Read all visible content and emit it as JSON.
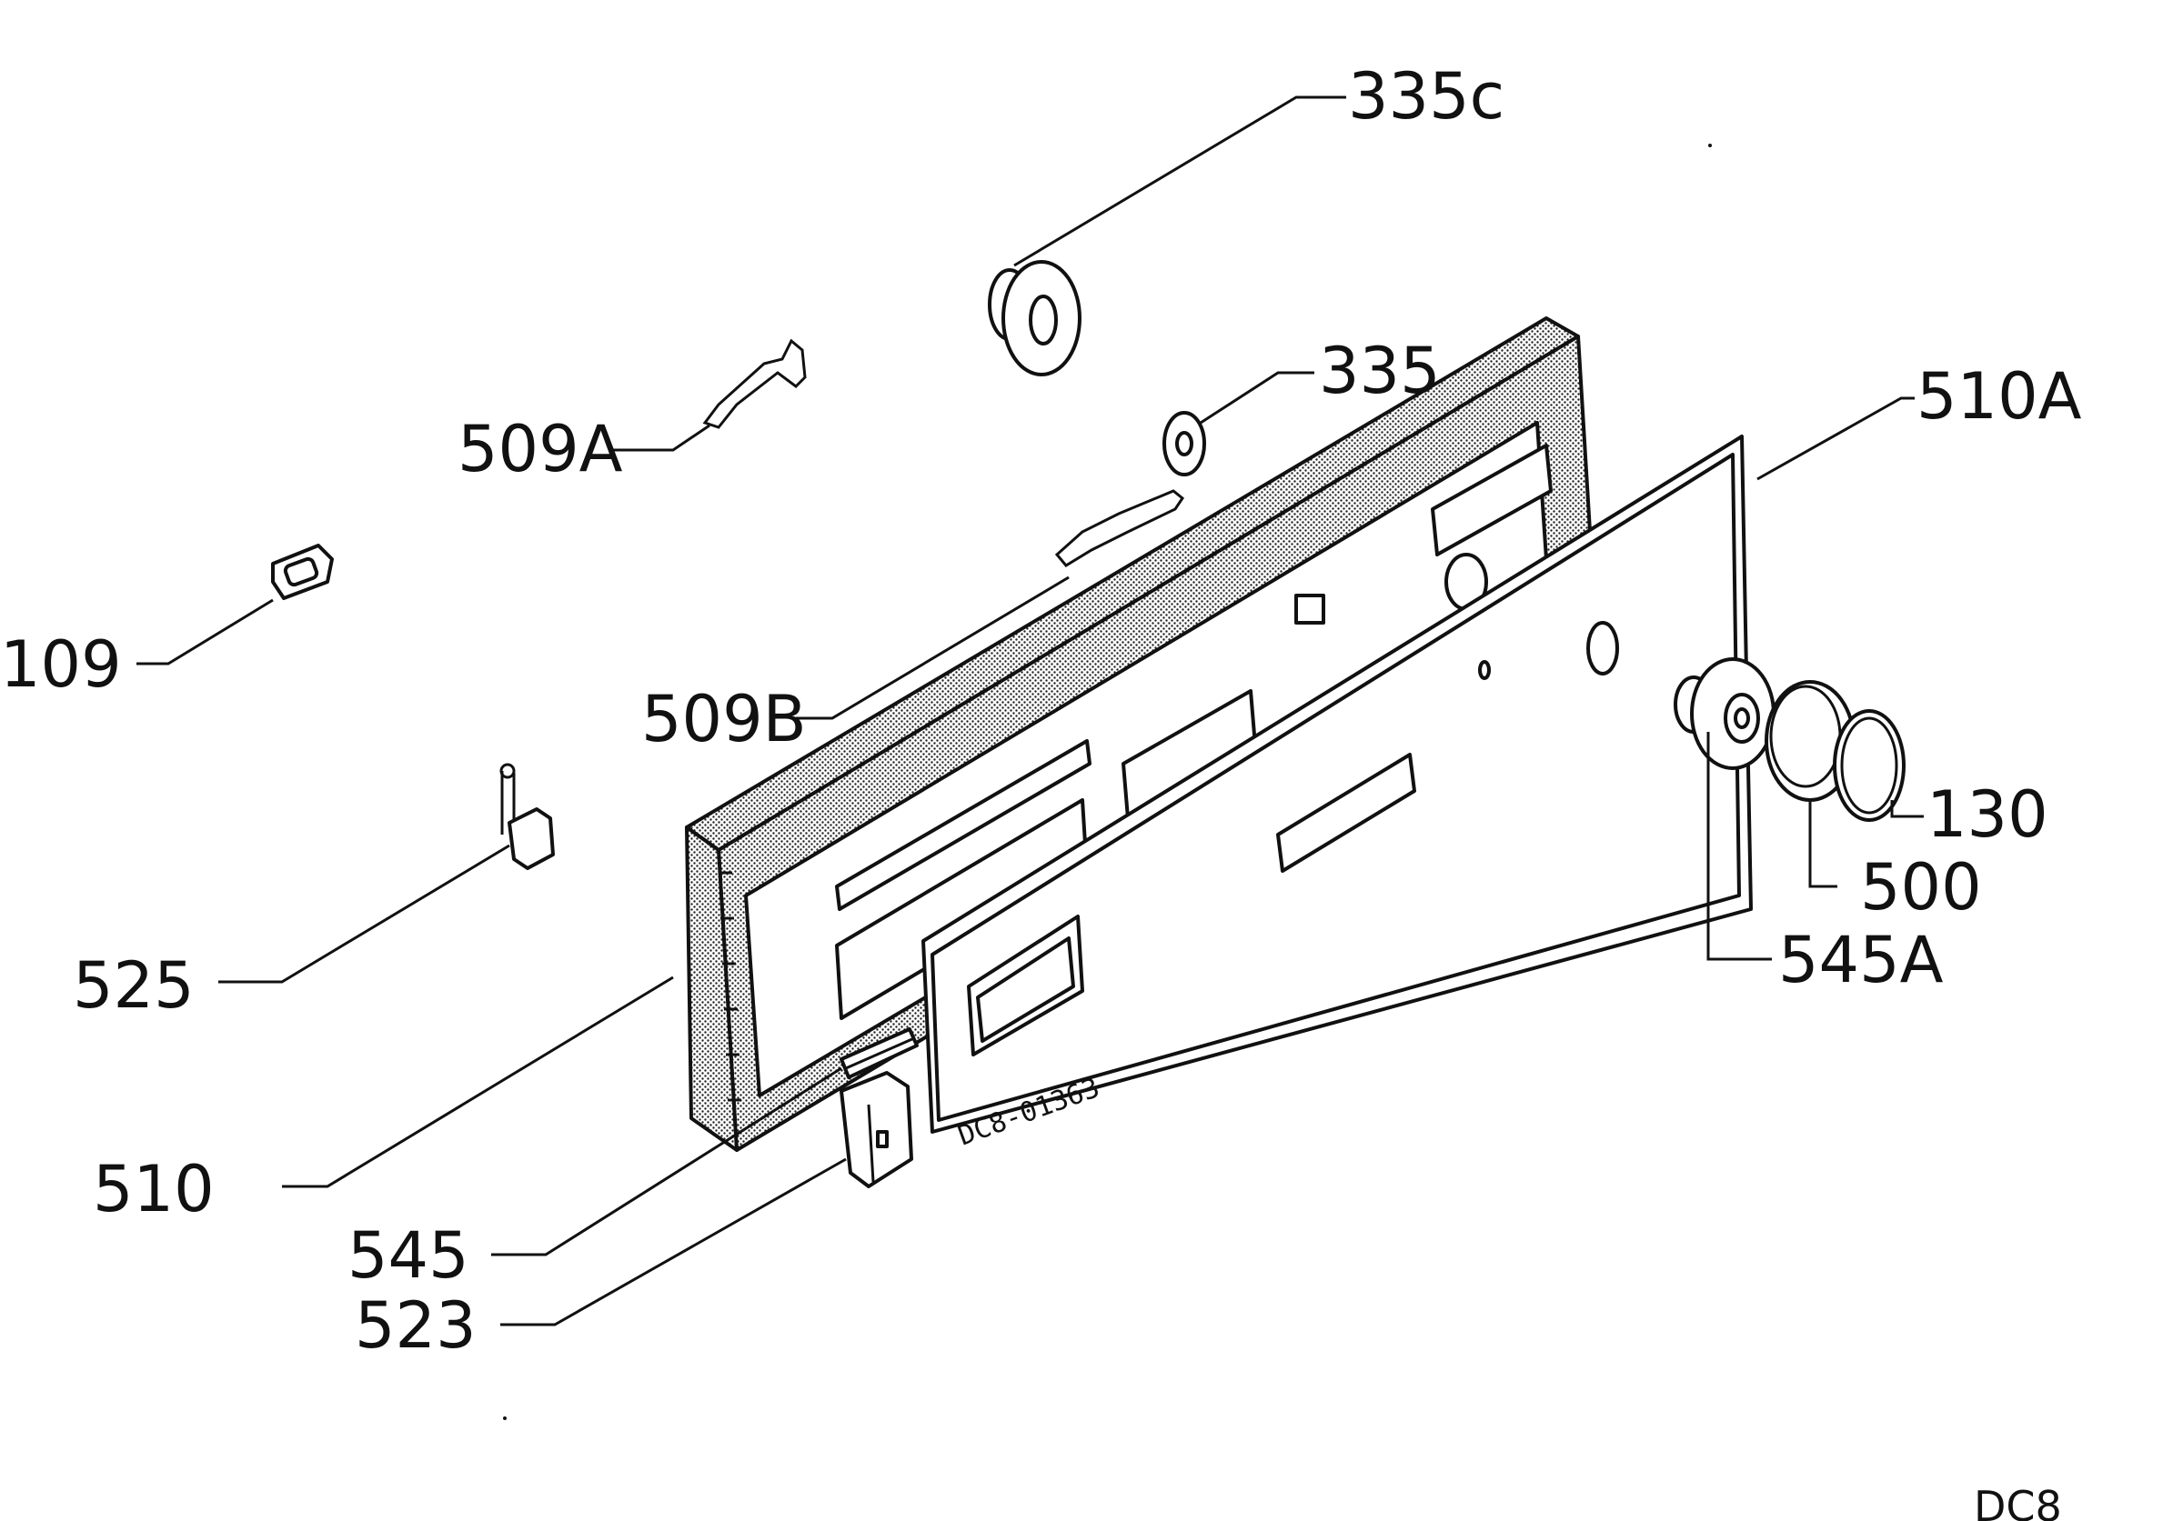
{
  "diagram": {
    "callouts": {
      "c335c": "335c",
      "c335": "335",
      "c510a": "510A",
      "c509a": "509A",
      "c109": "109",
      "c509b": "509B",
      "c130": "130",
      "c500": "500",
      "c545a": "545A",
      "c525": "525",
      "c510": "510",
      "c545": "545",
      "c523": "523"
    },
    "panel_marking": "DC8-01363",
    "sheet_code": "DC8"
  }
}
